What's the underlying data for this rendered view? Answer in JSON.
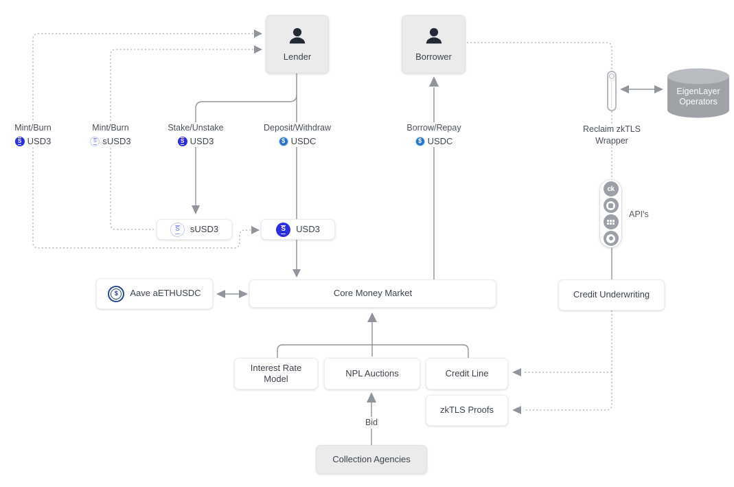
{
  "nodes": {
    "lender": {
      "label": "Lender"
    },
    "borrower": {
      "label": "Borrower"
    },
    "eigenlayer": {
      "line1": "EigenLayer",
      "line2": "Operators"
    },
    "susd3_box": {
      "label": "sUSD3"
    },
    "usd3_box": {
      "label": "USD3"
    },
    "aave": {
      "label": "Aave aETHUSDC"
    },
    "core": {
      "label": "Core Money Market"
    },
    "credit_underwriting": {
      "label": "Credit Underwriting"
    },
    "interest_rate_model": {
      "line1": "Interest Rate",
      "line2": "Model"
    },
    "npl_auctions": {
      "label": "NPL Auctions"
    },
    "credit_line": {
      "label": "Credit Line"
    },
    "zktls_proofs": {
      "label": "zkTLS Proofs"
    },
    "collection_agencies": {
      "label": "Collection Agencies"
    }
  },
  "flows": {
    "mint_burn_usd3": {
      "action": "Mint/Burn",
      "token": "USD3"
    },
    "mint_burn_susd3": {
      "action": "Mint/Burn",
      "token": "sUSD3"
    },
    "stake_unstake": {
      "action": "Stake/Unstake",
      "token": "USD3"
    },
    "deposit_withdraw": {
      "action": "Deposit/Withdraw",
      "token": "USDC"
    },
    "borrow_repay": {
      "action": "Borrow/Repay",
      "token": "USDC"
    },
    "reclaim": {
      "line1": "Reclaim zkTLS",
      "line2": "Wrapper"
    },
    "apis": {
      "label": "API's"
    },
    "bid": {
      "label": "Bid"
    }
  },
  "tokens": {
    "usd3": {
      "symbol": "S",
      "color": "#2b2fe0"
    },
    "susd3": {
      "symbol": "S",
      "color": "#8d98ea"
    },
    "usdc": {
      "symbol": "$",
      "color": "#2775ca"
    },
    "aave_aethusdc": {
      "symbol": "$",
      "color": "#26478f"
    }
  },
  "api_icons": {
    "credit_karma": "ck"
  },
  "colors": {
    "solid_line": "#8f959b",
    "dashed_line": "#b4b7ba",
    "node_gray": "#ebebeb",
    "cylinder_body": "#9fa3a8",
    "cylinder_top": "#b8bbbf",
    "text": "#454b54"
  }
}
